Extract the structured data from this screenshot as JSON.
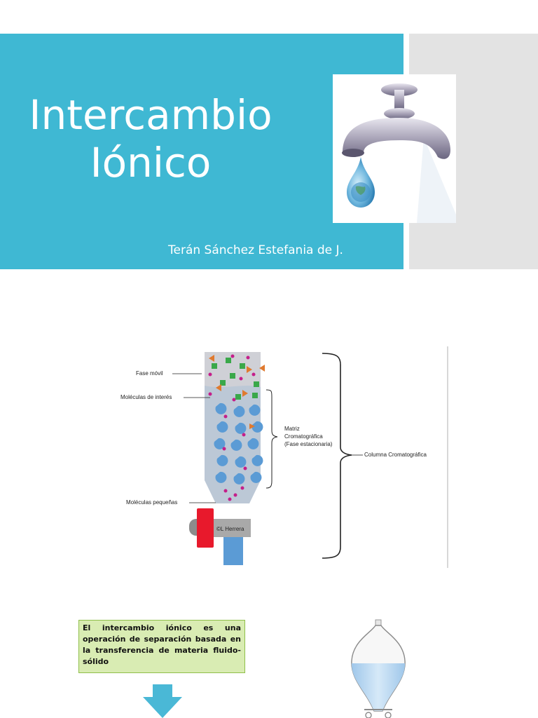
{
  "slide1": {
    "title_line1": "Intercambio",
    "title_line2": "Iónico",
    "subtitle": "Terán Sánchez Estefania de J.",
    "image_icon": "water-faucet-with-globe-drop",
    "accent_color": "#3fb8d3",
    "side_color": "#e3e3e3"
  },
  "diagram": {
    "labels": {
      "fase_movil": "Fase móvil",
      "moleculas_interes": "Moléculas de interés",
      "moleculas_pequenas": "Moléculas pequeñas",
      "matriz_line1": "Matriz",
      "matriz_line2": "Cromatográfica",
      "matriz_line3": "(Fase estacionaria)",
      "columna": "Columna Cromatográfica",
      "credit": "©L Herrera"
    }
  },
  "slide2": {
    "definition": "El intercambio iónico es una operación de separación basada en la transferencia de materia fluido-sólido",
    "arrow_icon": "down-arrow-icon",
    "funnel_icon": "separatory-funnel-icon"
  }
}
